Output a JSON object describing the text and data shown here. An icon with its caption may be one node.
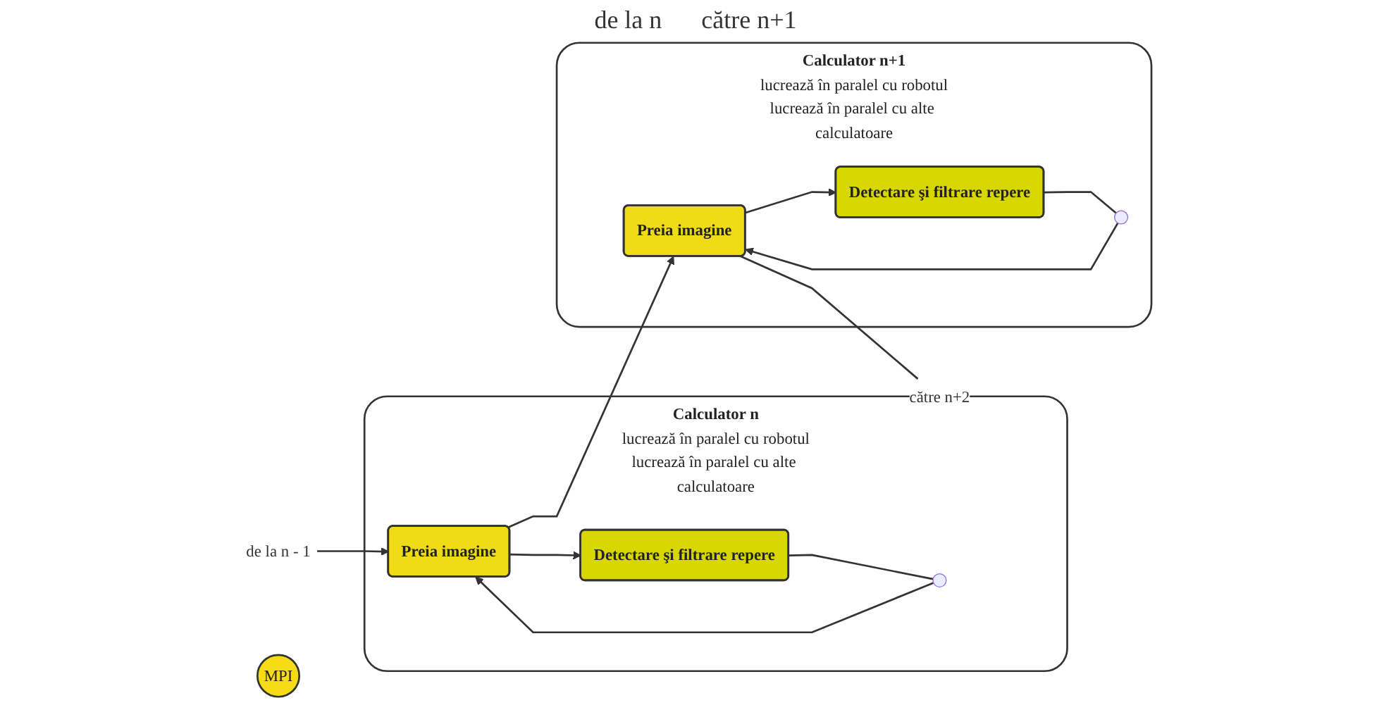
{
  "diagram": {
    "nodes": [
      {
        "text": [
          "de la n - 1"
        ]
      },
      {
        "text": [
          "Calculator n",
          "lucrează în paralel cu robotul",
          "lucrează în paralel cu alte calculatoare"
        ]
      },
      {
        "text": [
          "Preia imagine"
        ],
        "in": 1
      },
      {
        "text": [
          "Detectare şi filtrare repere"
        ],
        "in": 1
      },
      {
        "text": [],
        "shape": "circle",
        "in": 1
      },
      {
        "text": [
          "MPI"
        ]
      },
      {
        "text": [
          "Calculator n+1",
          "lucrează în paralel cu robotul",
          "lucrează în paralel cu alte calculatoare"
        ]
      },
      {
        "text": [
          "Preia imagine"
        ],
        "in": 6
      },
      {
        "text": [
          "Detectare şi filtrare repere"
        ],
        "in": 6
      },
      {
        "text": [],
        "shape": "circle",
        "in": 6
      },
      {
        "text": [
          "către n+2"
        ]
      }
    ],
    "edges": [
      {
        "from": 0,
        "to": 2,
        "arrow": "to"
      },
      {
        "from": 2,
        "to": 3,
        "arrow": "to"
      },
      {
        "from": 3,
        "to": 4,
        "arrow": "none"
      },
      {
        "from": 4,
        "to": 2,
        "arrow": "to"
      },
      {
        "from": 2,
        "to": 7,
        "arrow": "to"
      },
      {
        "from": 7,
        "to": 8,
        "arrow": "to"
      },
      {
        "from": 8,
        "to": 9,
        "arrow": "none"
      },
      {
        "from": 9,
        "to": 7,
        "arrow": "to"
      },
      {
        "from": 7,
        "to": 10,
        "arrow": "none"
      }
    ],
    "labels": [
      "de la n",
      "către n+1"
    ]
  }
}
